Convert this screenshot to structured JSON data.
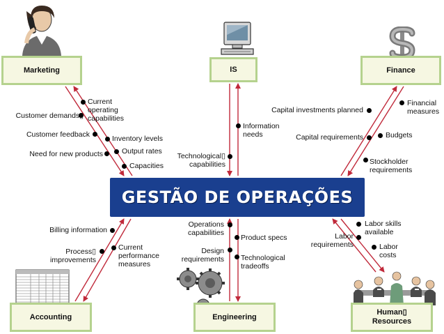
{
  "title": "GESTÃO DE OPERAÇÕES",
  "departments": {
    "marketing": "Marketing",
    "is": "IS",
    "finance": "Finance",
    "accounting": "Accounting",
    "engineering": "Engineering",
    "human_resources": "Human▯ Resources"
  },
  "flows": {
    "marketing": {
      "current_operating_capabilities": "Current\noperating\ncapabilities",
      "customer_demands": "Customer demands▯",
      "customer_feedback": "Customer feedback",
      "inventory_levels": "Inventory levels",
      "need_for_new_products": "Need for new products",
      "output_rates": "Output rates",
      "capacities": "Capacities"
    },
    "is": {
      "information_needs": "Information\nneeds",
      "technological_capabilities": "Technological▯\ncapabilities"
    },
    "finance": {
      "capital_investments_planned": "Capital investments planned",
      "financial_measures": "Financial\nmeasures",
      "capital_requirements": "Capital requirements",
      "budgets": "Budgets",
      "stockholder_requirements": "Stockholder\nrequirements"
    },
    "accounting": {
      "billing_information": "Billing information",
      "process_improvements": "Process▯\nimprovements",
      "current_performance_measures": "Current\nperformance\nmeasures"
    },
    "engineering": {
      "operations_capabilities": "Operations\ncapabilities",
      "product_specs": "Product specs",
      "design_requirements": "Design\nrequirements",
      "technological_tradeoffs": "Technological\ntradeoffs"
    },
    "human_resources": {
      "labor_skills_available": "Labor skills\navailable",
      "labor_requirements": "Labor\nrequirements",
      "labor_costs": "Labor\ncosts"
    }
  },
  "colors": {
    "arrow": "#c0293a",
    "banner": "#1a3f8f",
    "box_fill": "#f6f7e2",
    "box_border": "#b5d28e"
  }
}
